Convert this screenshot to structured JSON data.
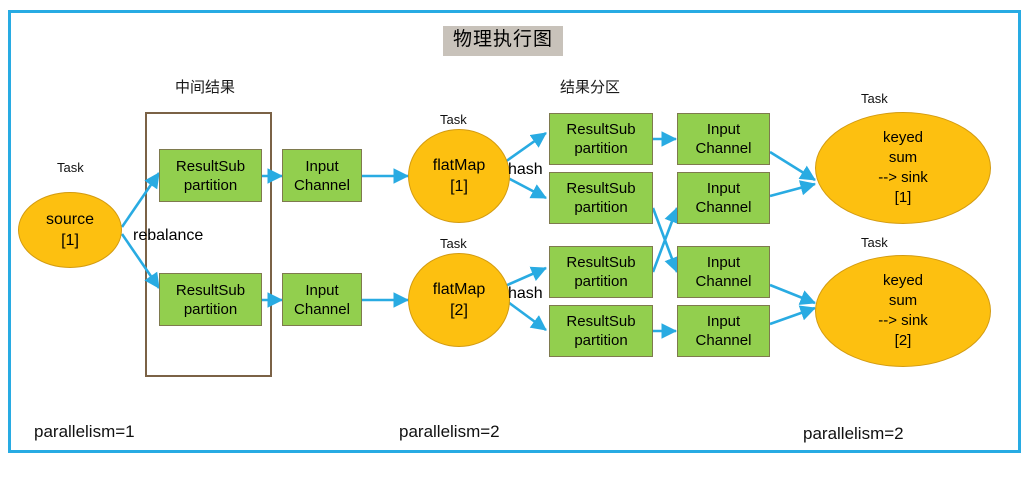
{
  "diagram": {
    "title": "物理执行图",
    "frame_color": "#28ABE3",
    "title_bg": "#C8C2BA",
    "node_fill_ellipse": "#FDC010",
    "node_fill_box": "#92CF4E",
    "arrow_color": "#29ABE2",
    "group_border": "#7B6246"
  },
  "captions": {
    "intermediate_result": "中间结果",
    "result_partition": "结果分区"
  },
  "task_labels": {
    "source": "Task",
    "flatmap1": "Task",
    "flatmap2": "Task",
    "keyedsum1": "Task",
    "keyedsum2": "Task"
  },
  "edge_labels": {
    "rebalance": "rebalance",
    "hash1": "hash",
    "hash2": "hash"
  },
  "nodes": {
    "source": {
      "line1": "source",
      "line2": "[1]"
    },
    "flatmap1": {
      "line1": "flatMap",
      "line2": "[1]"
    },
    "flatmap2": {
      "line1": "flatMap",
      "line2": "[2]"
    },
    "keyedsum1": {
      "line1": "keyed",
      "line2": "sum",
      "line3": "--> sink",
      "line4": "[1]"
    },
    "keyedsum2": {
      "line1": "keyed",
      "line2": "sum",
      "line3": "--> sink",
      "line4": "[2]"
    }
  },
  "boxes": {
    "rsp1": {
      "line1": "ResultSub",
      "line2": "partition"
    },
    "rsp2": {
      "line1": "ResultSub",
      "line2": "partition"
    },
    "ic1": {
      "line1": "Input",
      "line2": "Channel"
    },
    "ic2": {
      "line1": "Input",
      "line2": "Channel"
    },
    "rsp3": {
      "line1": "ResultSub",
      "line2": "partition"
    },
    "rsp4": {
      "line1": "ResultSub",
      "line2": "partition"
    },
    "rsp5": {
      "line1": "ResultSub",
      "line2": "partition"
    },
    "rsp6": {
      "line1": "ResultSub",
      "line2": "partition"
    },
    "ic3": {
      "line1": "Input",
      "line2": "Channel"
    },
    "ic4": {
      "line1": "Input",
      "line2": "Channel"
    },
    "ic5": {
      "line1": "Input",
      "line2": "Channel"
    },
    "ic6": {
      "line1": "Input",
      "line2": "Channel"
    }
  },
  "footer": {
    "parallelism_source": "parallelism=1",
    "parallelism_flatmap": "parallelism=2",
    "parallelism_sink": "parallelism=2"
  }
}
